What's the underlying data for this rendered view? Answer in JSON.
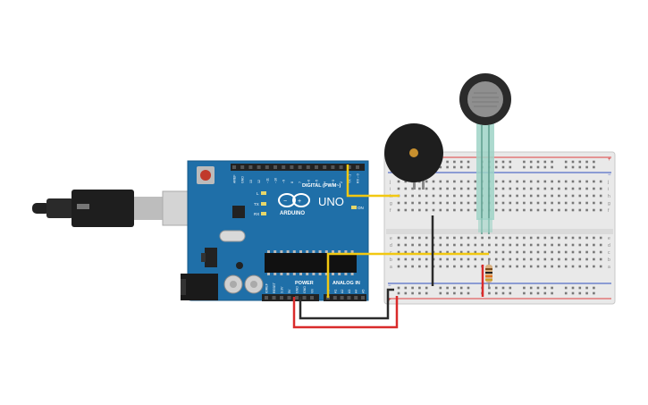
{
  "board": {
    "digital_label": "DIGITAL (PWM~)",
    "brand": "ARDUINO",
    "model": "UNO",
    "power_label": "POWER",
    "analog_label": "ANALOG IN",
    "on_label": "ON",
    "l_label": "L",
    "tx_label": "TX",
    "rx_label": "RX",
    "digital_pins": [
      "AREF",
      "GND",
      "13",
      "12",
      "~11",
      "~10",
      "~9",
      "8",
      "7",
      "~6",
      "~5",
      "4",
      "~3",
      "2",
      "TX→1",
      "RX←0"
    ],
    "power_pins": [
      "IOREF",
      "RESET",
      "3.3V",
      "5V",
      "GND",
      "GND",
      "Vin"
    ],
    "analog_pins": [
      "A0",
      "A1",
      "A2",
      "A3",
      "A4",
      "A5"
    ]
  },
  "breadboard": {
    "row_letters_top": [
      "j",
      "i",
      "h",
      "g",
      "f"
    ],
    "row_letters_bottom": [
      "e",
      "d",
      "c",
      "b",
      "a"
    ],
    "columns": 30
  },
  "colors": {
    "board": "#1f6fa8",
    "wire_red": "#d92b2b",
    "wire_black": "#2b2b2b",
    "wire_yellow": "#f2c811",
    "sensor_leads": "#9fd3c7"
  },
  "icons": [
    "usb-cable-icon",
    "piezo-buzzer-icon",
    "force-sensor-icon",
    "resistor-icon"
  ]
}
